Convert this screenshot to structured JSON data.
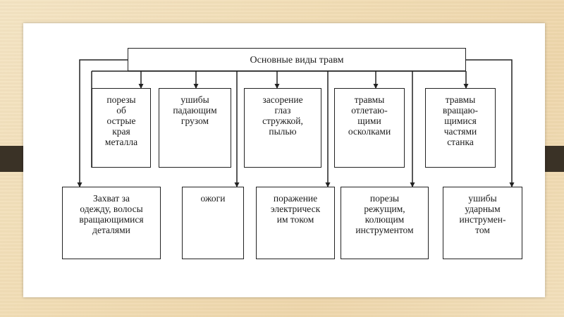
{
  "diagram": {
    "root": "Основные виды травм",
    "row1": [
      "порезы\nоб\nострые\nкрая\nметалла",
      "ушибы\nпадающим\nгрузом",
      "засорение\nглаз\nстружкой,\nпылью",
      "травмы\nотлетаю-\nщими\nосколками",
      "травмы\nвращаю-\nщимися\nчастями\nстанка"
    ],
    "row2": [
      "Захват за\nодежду, волосы\nвращающимися\nдеталями",
      "ожоги",
      "поражение\nэлектрическ\nим током",
      "порезы\nрежущим,\nколющим\nинструментом",
      "ушибы\nударным\nинструмен-\nтом"
    ]
  },
  "colors": {
    "background": "#f1dcb4",
    "side_bars": "#3a3226",
    "card": "#ffffff",
    "lines": "#222222"
  }
}
